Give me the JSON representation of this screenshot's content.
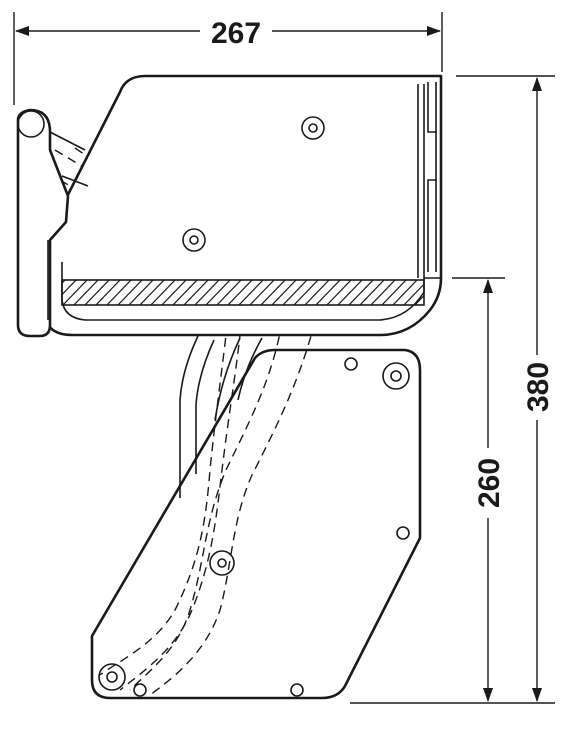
{
  "dimensions": {
    "width_label": "267",
    "height_total_label": "380",
    "height_lower_label": "260"
  },
  "colors": {
    "line": "#1a1a1a",
    "background": "#ffffff"
  }
}
